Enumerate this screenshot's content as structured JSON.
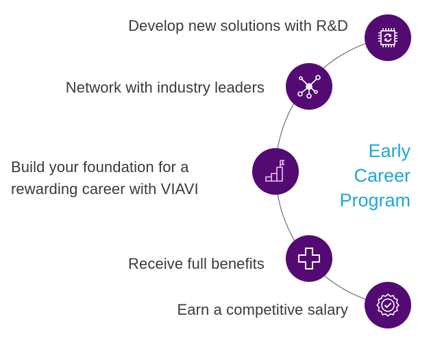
{
  "items": [
    {
      "label": "Develop new solutions with R&D",
      "icon": "chip-refresh-icon"
    },
    {
      "label": "Network with industry leaders",
      "icon": "network-icon"
    },
    {
      "label_line1": "Build your foundation for a",
      "label_line2": "rewarding career with VIAVI",
      "icon": "stairs-flag-icon"
    },
    {
      "label": "Receive full benefits",
      "icon": "medical-cross-icon"
    },
    {
      "label": "Earn a competitive salary",
      "icon": "badge-check-icon"
    }
  ],
  "title": {
    "line1": "Early",
    "line2": "Career",
    "line3": "Program"
  },
  "colors": {
    "node": "#530b73",
    "title": "#1ea6d6",
    "text": "#3a3a3a"
  }
}
